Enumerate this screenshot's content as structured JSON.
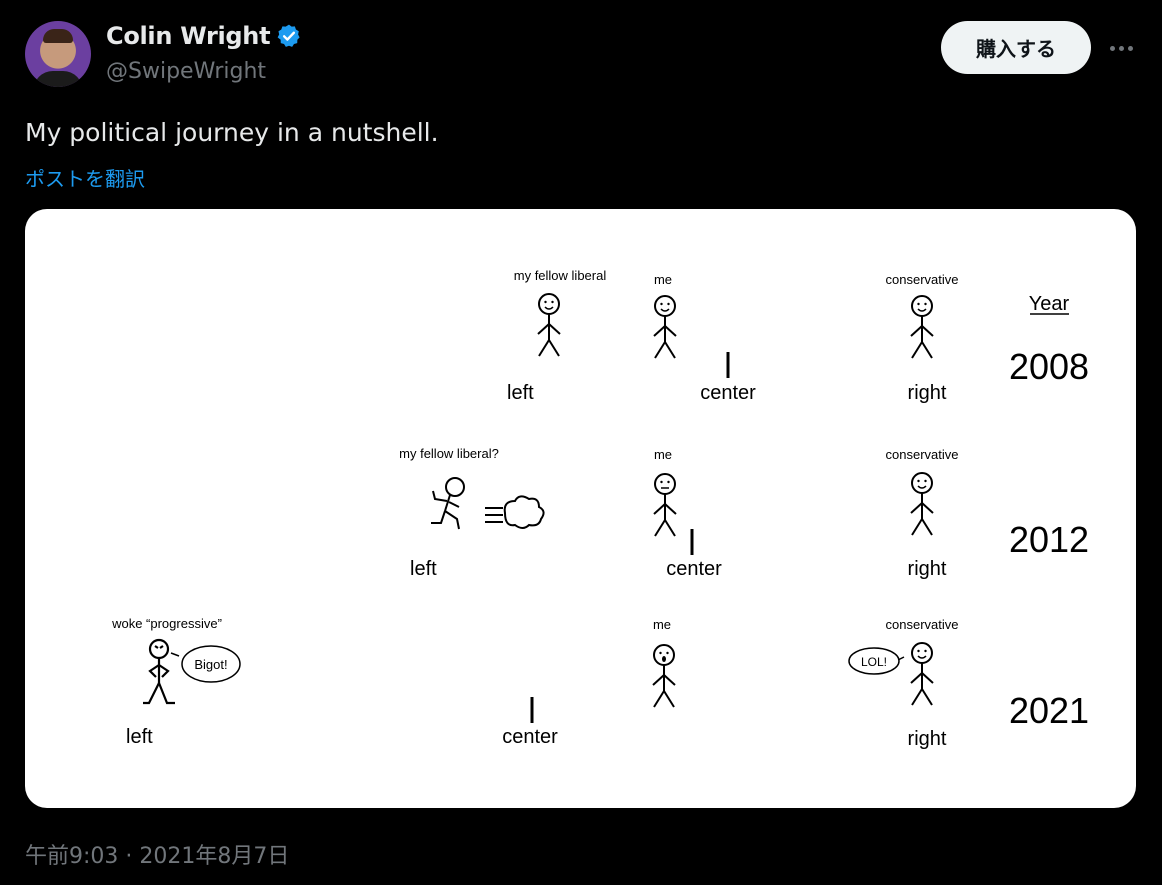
{
  "author": {
    "name": "Colin Wright",
    "handle": "@SwipeWright",
    "verified_color": "#1d9bf0"
  },
  "actions": {
    "subscribe_label": "購入する",
    "more_icon": "more-horizontal-icon"
  },
  "post": {
    "text": "My political journey in a nutshell.",
    "translate_label": "ポストを翻訳",
    "timestamp": "午前9:03 · 2021年8月7日"
  },
  "comic": {
    "year_header": "Year",
    "rows": [
      {
        "year": "2008",
        "left": "left",
        "center": "center",
        "right": "right",
        "left_figure_label": "my fellow liberal",
        "me_label": "me",
        "right_figure_label": "conservative"
      },
      {
        "year": "2012",
        "left": "left",
        "center": "center",
        "right": "right",
        "left_figure_label": "my fellow liberal?",
        "me_label": "me",
        "right_figure_label": "conservative"
      },
      {
        "year": "2021",
        "left": "left",
        "center": "center",
        "right": "right",
        "left_figure_label": "woke “progressive”",
        "left_speech": "Bigot!",
        "me_label": "me",
        "right_figure_label": "conservative",
        "right_speech": "LOL!"
      }
    ]
  }
}
